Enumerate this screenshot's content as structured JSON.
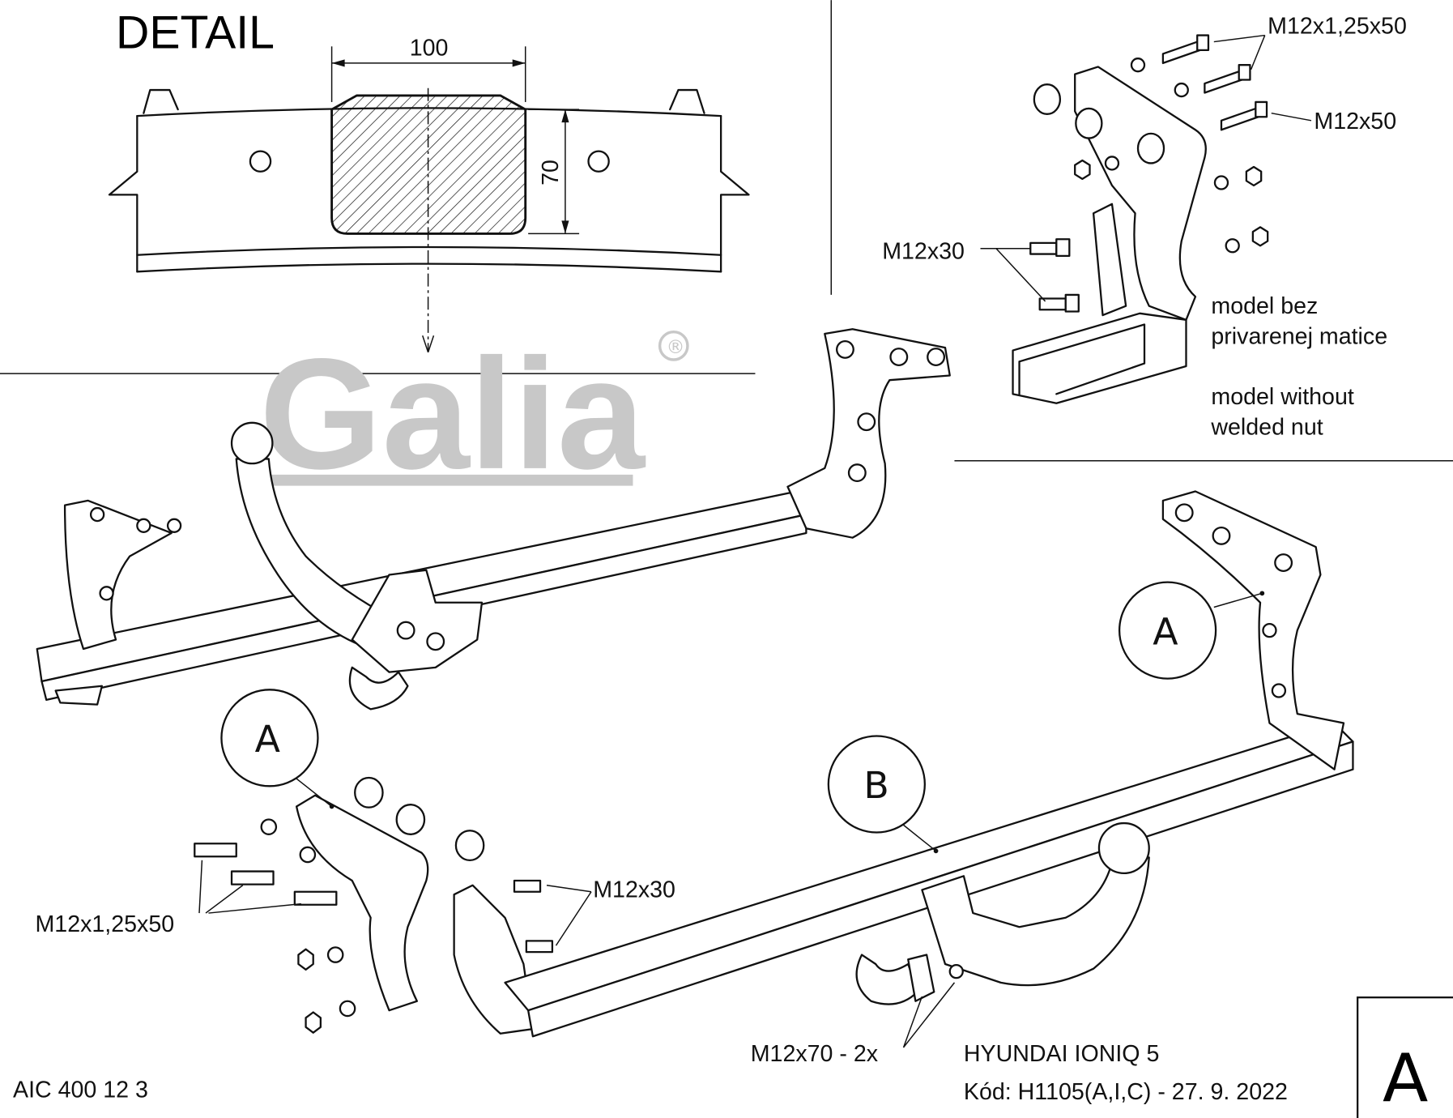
{
  "detail": {
    "title": "DETAIL",
    "dim_width": "100",
    "dim_height": "70"
  },
  "watermark": {
    "brand": "Galia",
    "registered": "®"
  },
  "labels": {
    "top_bolt_fine": "M12x1,25x50",
    "top_bolt": "M12x50",
    "top_bolt_short": "M12x30",
    "note_sk_1": "model bez",
    "note_sk_2": "privarenej matice",
    "note_en_1": "model without",
    "note_en_2": "welded nut",
    "left_bolt_fine": "M12x1,25x50",
    "mid_bolt_short": "M12x30",
    "bottom_bolt": "M12x70 - 2x"
  },
  "callouts": {
    "a_right": "A",
    "a_left": "A",
    "b": "B"
  },
  "footer": {
    "part_number": "AIC 400 12 3",
    "vehicle": "HYUNDAI IONIQ 5",
    "code": "Kód: H1105(A,I,C) - 27. 9. 2022",
    "variant": "A"
  }
}
